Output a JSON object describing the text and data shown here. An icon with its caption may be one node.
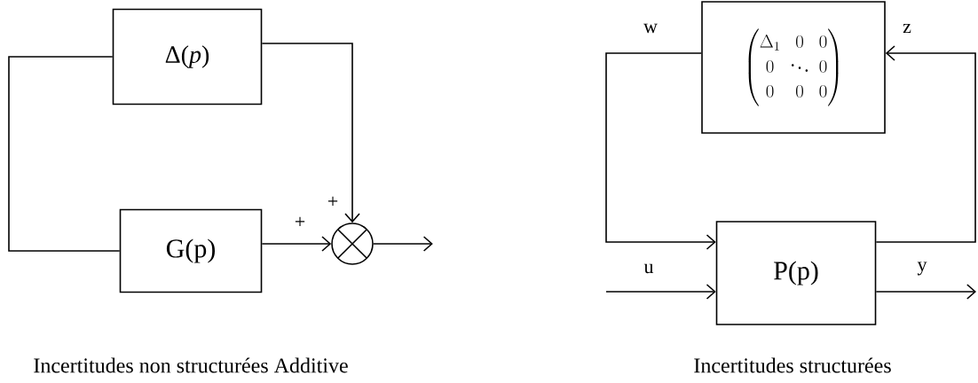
{
  "diagram": {
    "nodes": [
      {
        "text": [
          "Δ(*p*)"
        ]
      },
      {
        "text": [
          "G(p)"
        ]
      },
      {
        "text": [],
        "shape": "circle"
      },
      {
        "text": [
          "\\begin{pmatrix}\\Delta_1 & 0 & 0\\\\ 0 & \\ddots & 0\\\\ 0 & 0 & 0\\end{pmatrix}"
        ]
      },
      {
        "text": [
          "P(p)"
        ]
      }
    ],
    "edges": [
      {
        "from": 0,
        "to": 1,
        "arrow": "none"
      },
      {
        "from": 0,
        "to": 2,
        "arrow": "to",
        "label": "+"
      },
      {
        "from": 1,
        "to": 2,
        "arrow": "to",
        "label": "+"
      },
      {
        "from": 2,
        "to": null,
        "arrow": "to"
      },
      {
        "from": 3,
        "to": 4,
        "arrow": "to",
        "label": "w"
      },
      {
        "from": 4,
        "to": 3,
        "arrow": "to",
        "label": "z"
      },
      {
        "from": null,
        "to": 4,
        "arrow": "to",
        "label": "u"
      },
      {
        "from": 4,
        "to": null,
        "arrow": "to",
        "label": "y"
      }
    ],
    "labels": [
      "Incertitudes non structurées Additive",
      "Incertitudes structurées"
    ]
  }
}
